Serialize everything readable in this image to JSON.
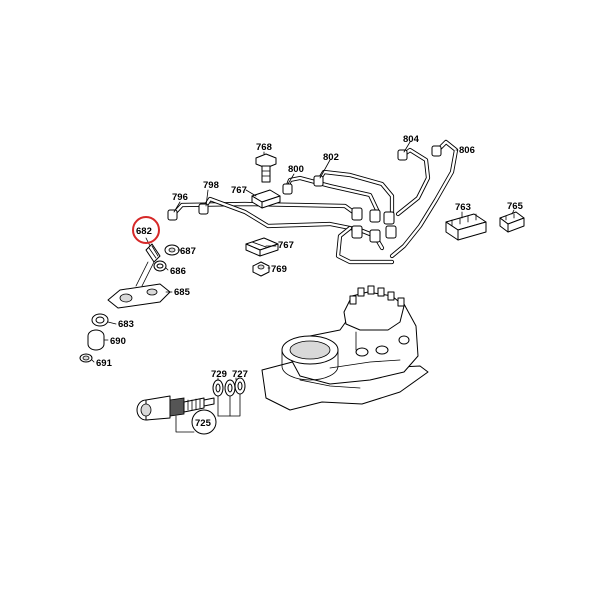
{
  "labels": {
    "p682": "682",
    "p687": "687",
    "p686": "686",
    "p685": "685",
    "p683": "683",
    "p690": "690",
    "p691": "691",
    "p768": "768",
    "p798": "798",
    "p767a": "767",
    "p796": "796",
    "p767b": "767",
    "p769": "769",
    "p800": "800",
    "p802": "802",
    "p804": "804",
    "p806": "806",
    "p763": "763",
    "p765": "765",
    "p729": "729",
    "p727": "727",
    "p725": "725"
  },
  "highlight": {
    "part": "682",
    "color": "#d62828"
  }
}
